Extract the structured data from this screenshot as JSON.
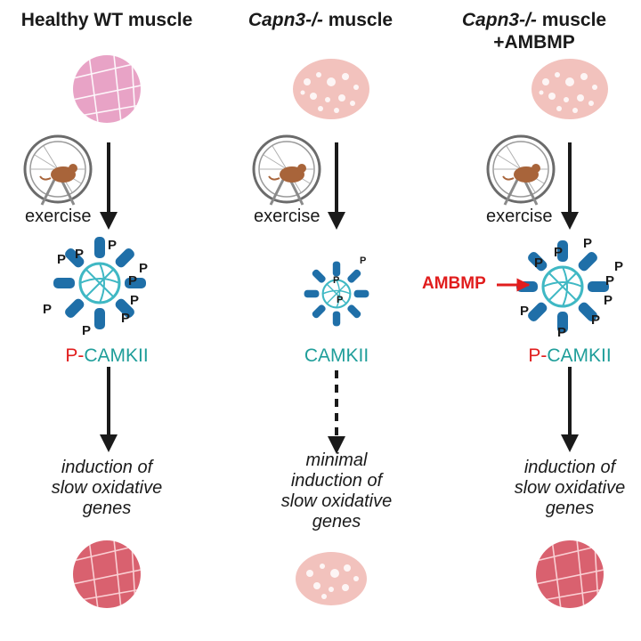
{
  "columns": [
    {
      "title_parts": [
        {
          "text": "Healthy WT muscle",
          "italic": false
        }
      ],
      "exercise": "exercise",
      "camkii_prefix": "P-",
      "camkii": "CAMKII",
      "outcome_lines": [
        "induction of",
        "slow oxidative",
        "genes"
      ]
    },
    {
      "title_parts": [
        {
          "text": "Capn3-/-",
          "italic": true
        },
        {
          "text": " muscle",
          "italic": false
        }
      ],
      "exercise": "exercise",
      "camkii_prefix": "",
      "camkii": "CAMKII",
      "outcome_lines": [
        "minimal",
        "induction of",
        "slow oxidative",
        "genes"
      ]
    },
    {
      "title_parts": [
        {
          "text": "Capn3-/-",
          "italic": true
        },
        {
          "text": " muscle",
          "italic": false
        }
      ],
      "title_line2": "+AMBMP",
      "exercise": "exercise",
      "camkii_prefix": "P-",
      "camkii": "CAMKII",
      "outcome_lines": [
        "induction of",
        "slow oxidative",
        "genes"
      ]
    }
  ],
  "ambmp_label": "AMBMP",
  "phospho_mark": "P",
  "colors": {
    "healthy_tissue": "#e8a3c6",
    "dystrophic_tissue": "#f2c2bd",
    "oxidative_tissue": "#d9616f",
    "camkii_blue": "#1f6fa8",
    "camkii_teal": "#3fb8c4",
    "accent_red": "#e11d1d"
  },
  "icons": [
    "muscle-cross-section-icon",
    "hamster-wheel-icon",
    "camkii-protein-icon",
    "arrow-down-icon"
  ]
}
